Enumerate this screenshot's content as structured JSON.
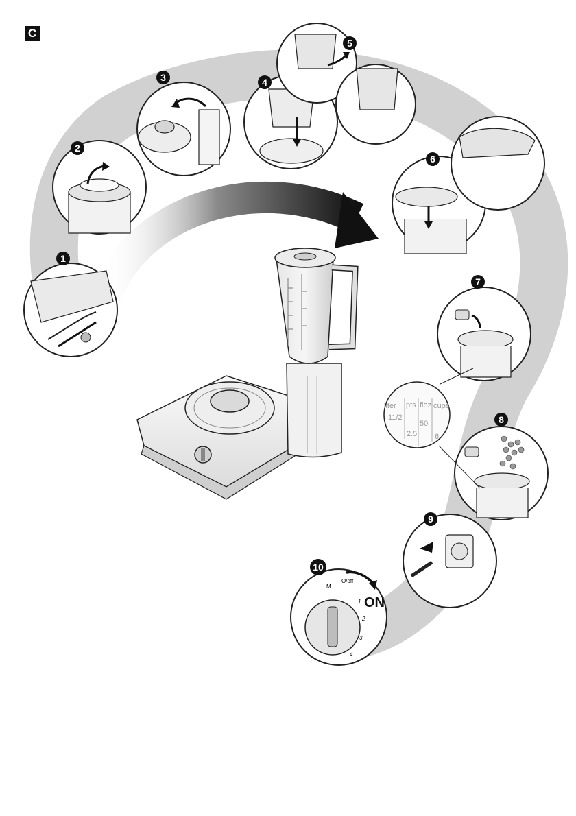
{
  "section_label": "C",
  "steps": [
    "1",
    "2",
    "3",
    "4",
    "5",
    "6",
    "7",
    "8",
    "9",
    "10"
  ],
  "dial": {
    "positions": [
      "M",
      "O/off",
      "1",
      "2",
      "3",
      "4"
    ],
    "on_label": "ON"
  },
  "scale_callout": {
    "headers": [
      "liter",
      "pts",
      "floz",
      "cups"
    ],
    "values": [
      "11/2",
      "2.5",
      "50",
      "6"
    ]
  },
  "colors": {
    "path_band": "#c9c9c9",
    "badge": "#111111",
    "outline": "#222222"
  }
}
